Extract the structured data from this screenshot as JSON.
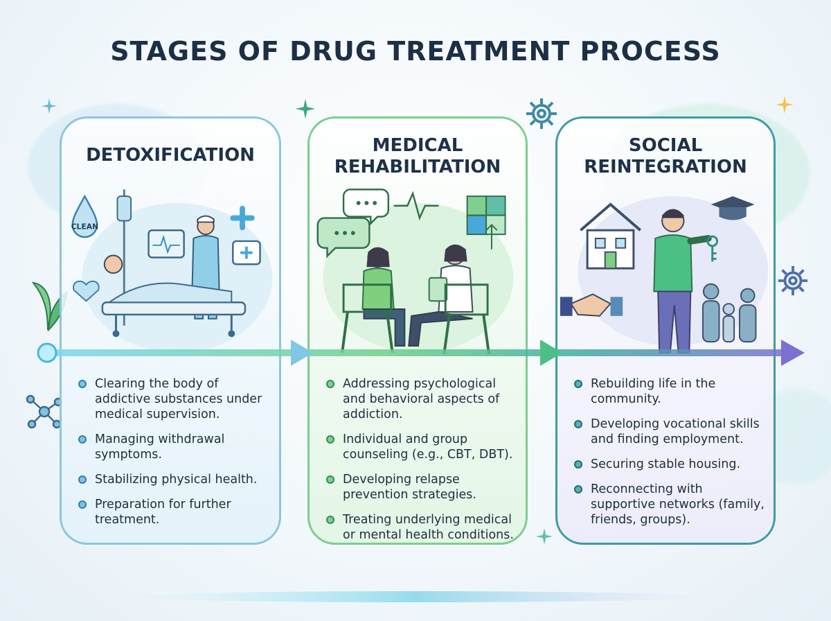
{
  "title": "STAGES OF DRUG TREATMENT PROCESS",
  "stages": [
    {
      "title_lines": [
        "DETOXIFICATION"
      ],
      "accent": "#4aa8d8",
      "badge": "CLEAN",
      "bullets": [
        "Clearing the body of addictive substances under medical supervision.",
        "Managing withdrawal symptoms.",
        "Stabilizing physical health.",
        "Preparation for further treatment."
      ]
    },
    {
      "title_lines": [
        "MEDICAL",
        "REHABILITATION"
      ],
      "accent": "#4cbf6a",
      "bullets": [
        "Addressing psychological and behavioral aspects of addiction.",
        "Individual and group counseling (e.g., CBT, DBT).",
        "Developing relapse prevention strategies.",
        "Treating underlying medical or mental health conditions."
      ]
    },
    {
      "title_lines": [
        "SOCIAL",
        "REINTEGRATION"
      ],
      "accent": "#2f8f9a",
      "bullets": [
        "Rebuilding life in the community.",
        "Developing vocational skills and finding employment.",
        "Securing stable housing.",
        "Reconnecting with supportive networks (family, friends, groups)."
      ]
    }
  ],
  "colors": {
    "title": "#1d2f45",
    "detox": "#8ec5df",
    "rehab": "#7cce8e",
    "social": "#3f9aa6",
    "arrow_end": "#7b6fd0"
  },
  "icons": [
    "leaf-icon",
    "molecule-icon",
    "gear-icon",
    "sparkle-icon",
    "heart-icon",
    "iv-drip-icon",
    "monitor-icon",
    "medical-kit-icon",
    "chat-bubble-icon",
    "puzzle-icon",
    "house-icon",
    "graduation-cap-icon",
    "key-icon",
    "handshake-icon",
    "family-icon"
  ]
}
